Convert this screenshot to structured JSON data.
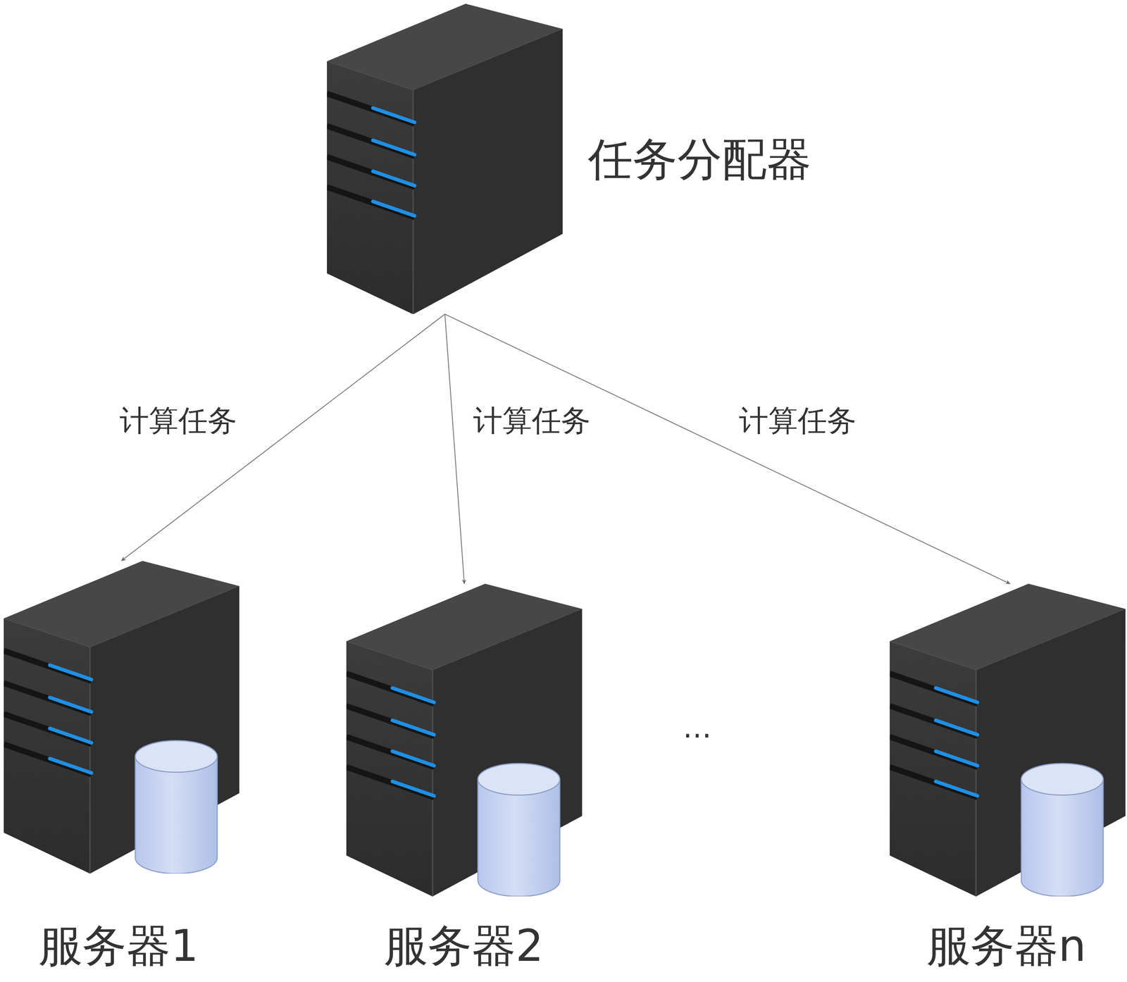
{
  "diagram": {
    "nodes": [
      {
        "text": [
          "任务分配器"
        ]
      },
      {
        "text": [
          "服务器1"
        ]
      },
      {
        "text": [
          "服务器2"
        ]
      },
      {
        "text": [
          "服务器n"
        ]
      }
    ],
    "edges": [
      {
        "from": 0,
        "to": 1,
        "arrow": "to",
        "label": "计算任务"
      },
      {
        "from": 0,
        "to": 2,
        "arrow": "to",
        "label": "计算任务"
      },
      {
        "from": 0,
        "to": 3,
        "arrow": "to",
        "label": "计算任务"
      }
    ],
    "labels": [
      "…"
    ]
  }
}
